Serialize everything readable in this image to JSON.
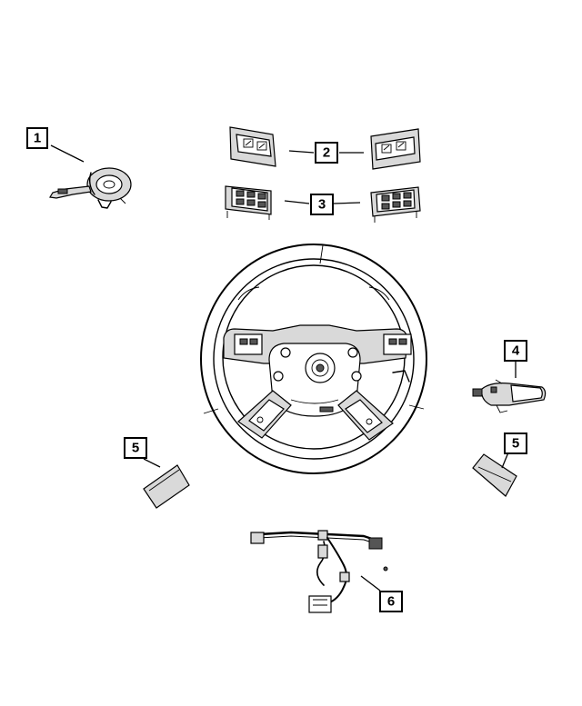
{
  "callouts": [
    {
      "id": "callout-1",
      "label": "1"
    },
    {
      "id": "callout-2",
      "label": "2"
    },
    {
      "id": "callout-3",
      "label": "3"
    },
    {
      "id": "callout-4",
      "label": "4"
    },
    {
      "id": "callout-5-left",
      "label": "5"
    },
    {
      "id": "callout-5-right",
      "label": "5"
    },
    {
      "id": "callout-6",
      "label": "6"
    }
  ]
}
